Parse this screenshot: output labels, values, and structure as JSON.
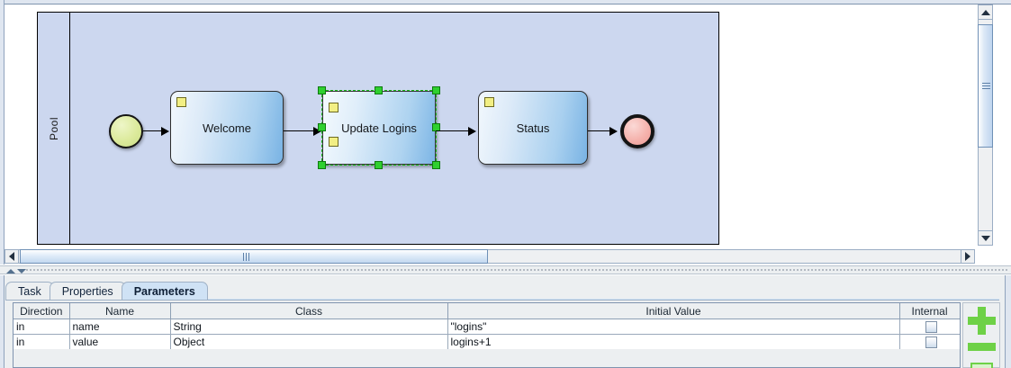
{
  "diagram": {
    "pool_label": "Pool",
    "nodes": [
      {
        "id": "start",
        "type": "start-event",
        "label": ""
      },
      {
        "id": "welcome",
        "type": "task",
        "label": "Welcome"
      },
      {
        "id": "update",
        "type": "task",
        "label": "Update Logins",
        "selected": true
      },
      {
        "id": "status",
        "type": "task",
        "label": "Status"
      },
      {
        "id": "end",
        "type": "end-event",
        "label": ""
      }
    ],
    "colors": {
      "pool_fill": "#ccd7ef",
      "task_gradient_start": "#f2f8fd",
      "task_gradient_end": "#79b3e4",
      "start_event_fill": "#dcea9c",
      "end_event_fill": "#f5b3ad",
      "selection_handle": "#2fd02f",
      "port_marker": "#f2ef84"
    }
  },
  "tabs": [
    {
      "label": "Task",
      "selected": false
    },
    {
      "label": "Properties",
      "selected": false
    },
    {
      "label": "Parameters",
      "selected": true
    }
  ],
  "table": {
    "columns": [
      "Direction",
      "Name",
      "Class",
      "Initial Value",
      "Internal"
    ],
    "rows": [
      {
        "direction": "in",
        "name": "name",
        "class": "String",
        "initial_value": "\"logins\"",
        "internal": false
      },
      {
        "direction": "in",
        "name": "value",
        "class": "Object",
        "initial_value": "logins+1",
        "internal": false
      }
    ]
  },
  "side_buttons": [
    {
      "name": "add-parameter",
      "glyph": "plus",
      "color": "#6ed147"
    },
    {
      "name": "remove-parameter",
      "glyph": "minus",
      "color": "#6ed147"
    },
    {
      "name": "edit-parameter",
      "glyph": "rect",
      "color": "#6ed147"
    }
  ]
}
